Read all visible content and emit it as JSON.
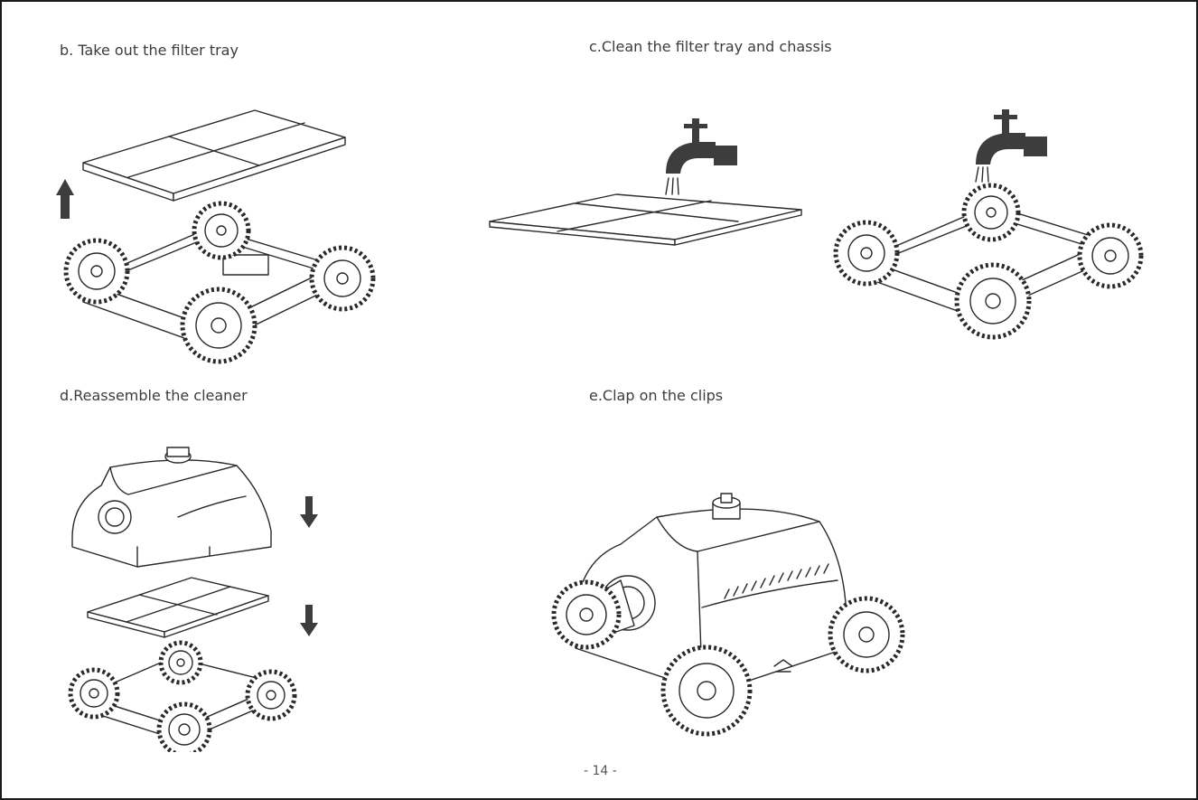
{
  "steps": {
    "b": {
      "label": "b. Take out the filter tray"
    },
    "c": {
      "label": "c.Clean the filter tray and chassis"
    },
    "d": {
      "label": "d.Reassemble the cleaner"
    },
    "e": {
      "label": "e.Clap on the clips"
    }
  },
  "footer": {
    "page_number": "- 14 -"
  },
  "icons": {
    "arrow_up": "arrow-up-icon",
    "arrow_down": "arrow-down-icon",
    "faucet": "faucet-icon"
  },
  "colors": {
    "border": "#1a1a1a",
    "ink": "#2a2a2a",
    "arrow": "#3d3d3d"
  }
}
